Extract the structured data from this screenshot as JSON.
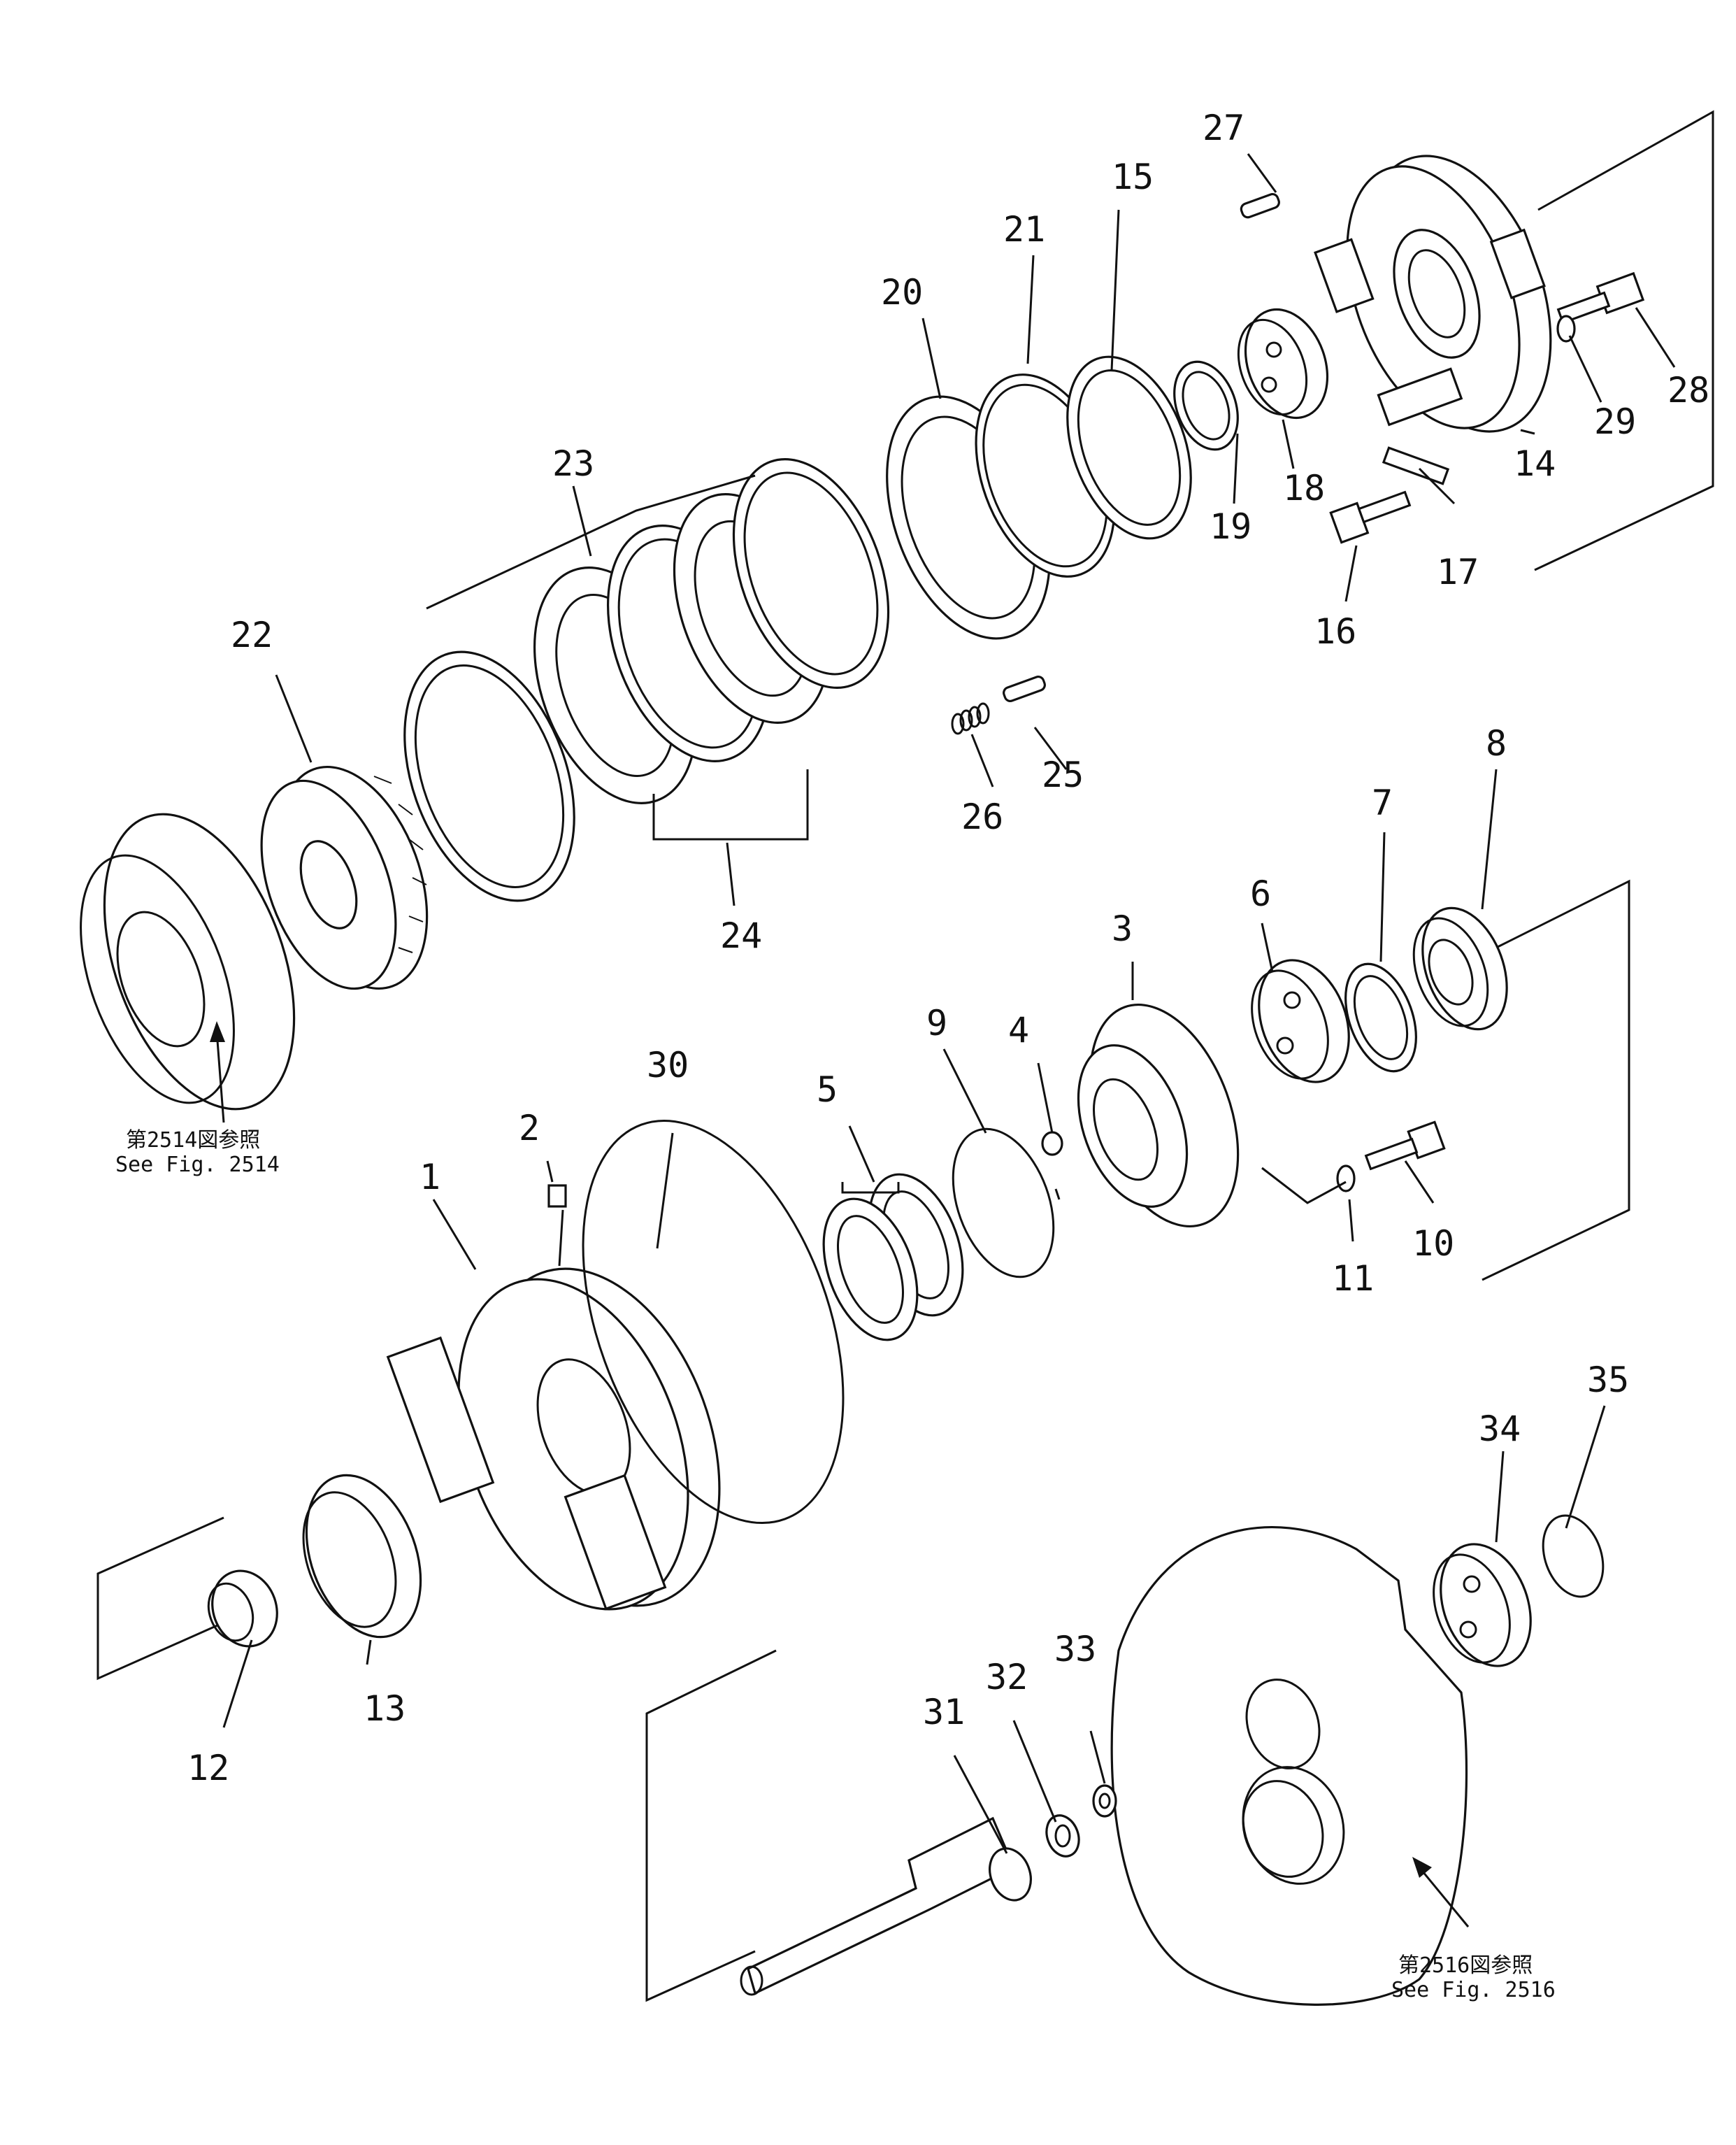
{
  "callouts": {
    "c1": "1",
    "c2": "2",
    "c3": "3",
    "c4": "4",
    "c5": "5",
    "c6": "6",
    "c7": "7",
    "c8": "8",
    "c9": "9",
    "c10": "10",
    "c11": "11",
    "c12": "12",
    "c13": "13",
    "c14": "14",
    "c15": "15",
    "c16": "16",
    "c17": "17",
    "c18": "18",
    "c19": "19",
    "c20": "20",
    "c21": "21",
    "c22": "22",
    "c23": "23",
    "c24": "24",
    "c25": "25",
    "c26": "26",
    "c27": "27",
    "c28": "28",
    "c29": "29",
    "c30": "30",
    "c31": "31",
    "c32": "32",
    "c33": "33",
    "c34": "34",
    "c35": "35"
  },
  "references": {
    "fig2514_jp": "第2514図参照",
    "fig2514_en": "See  Fig.  2514",
    "fig2516_jp": "第2516図参照",
    "fig2516_en": "See  Fig.  2516"
  }
}
